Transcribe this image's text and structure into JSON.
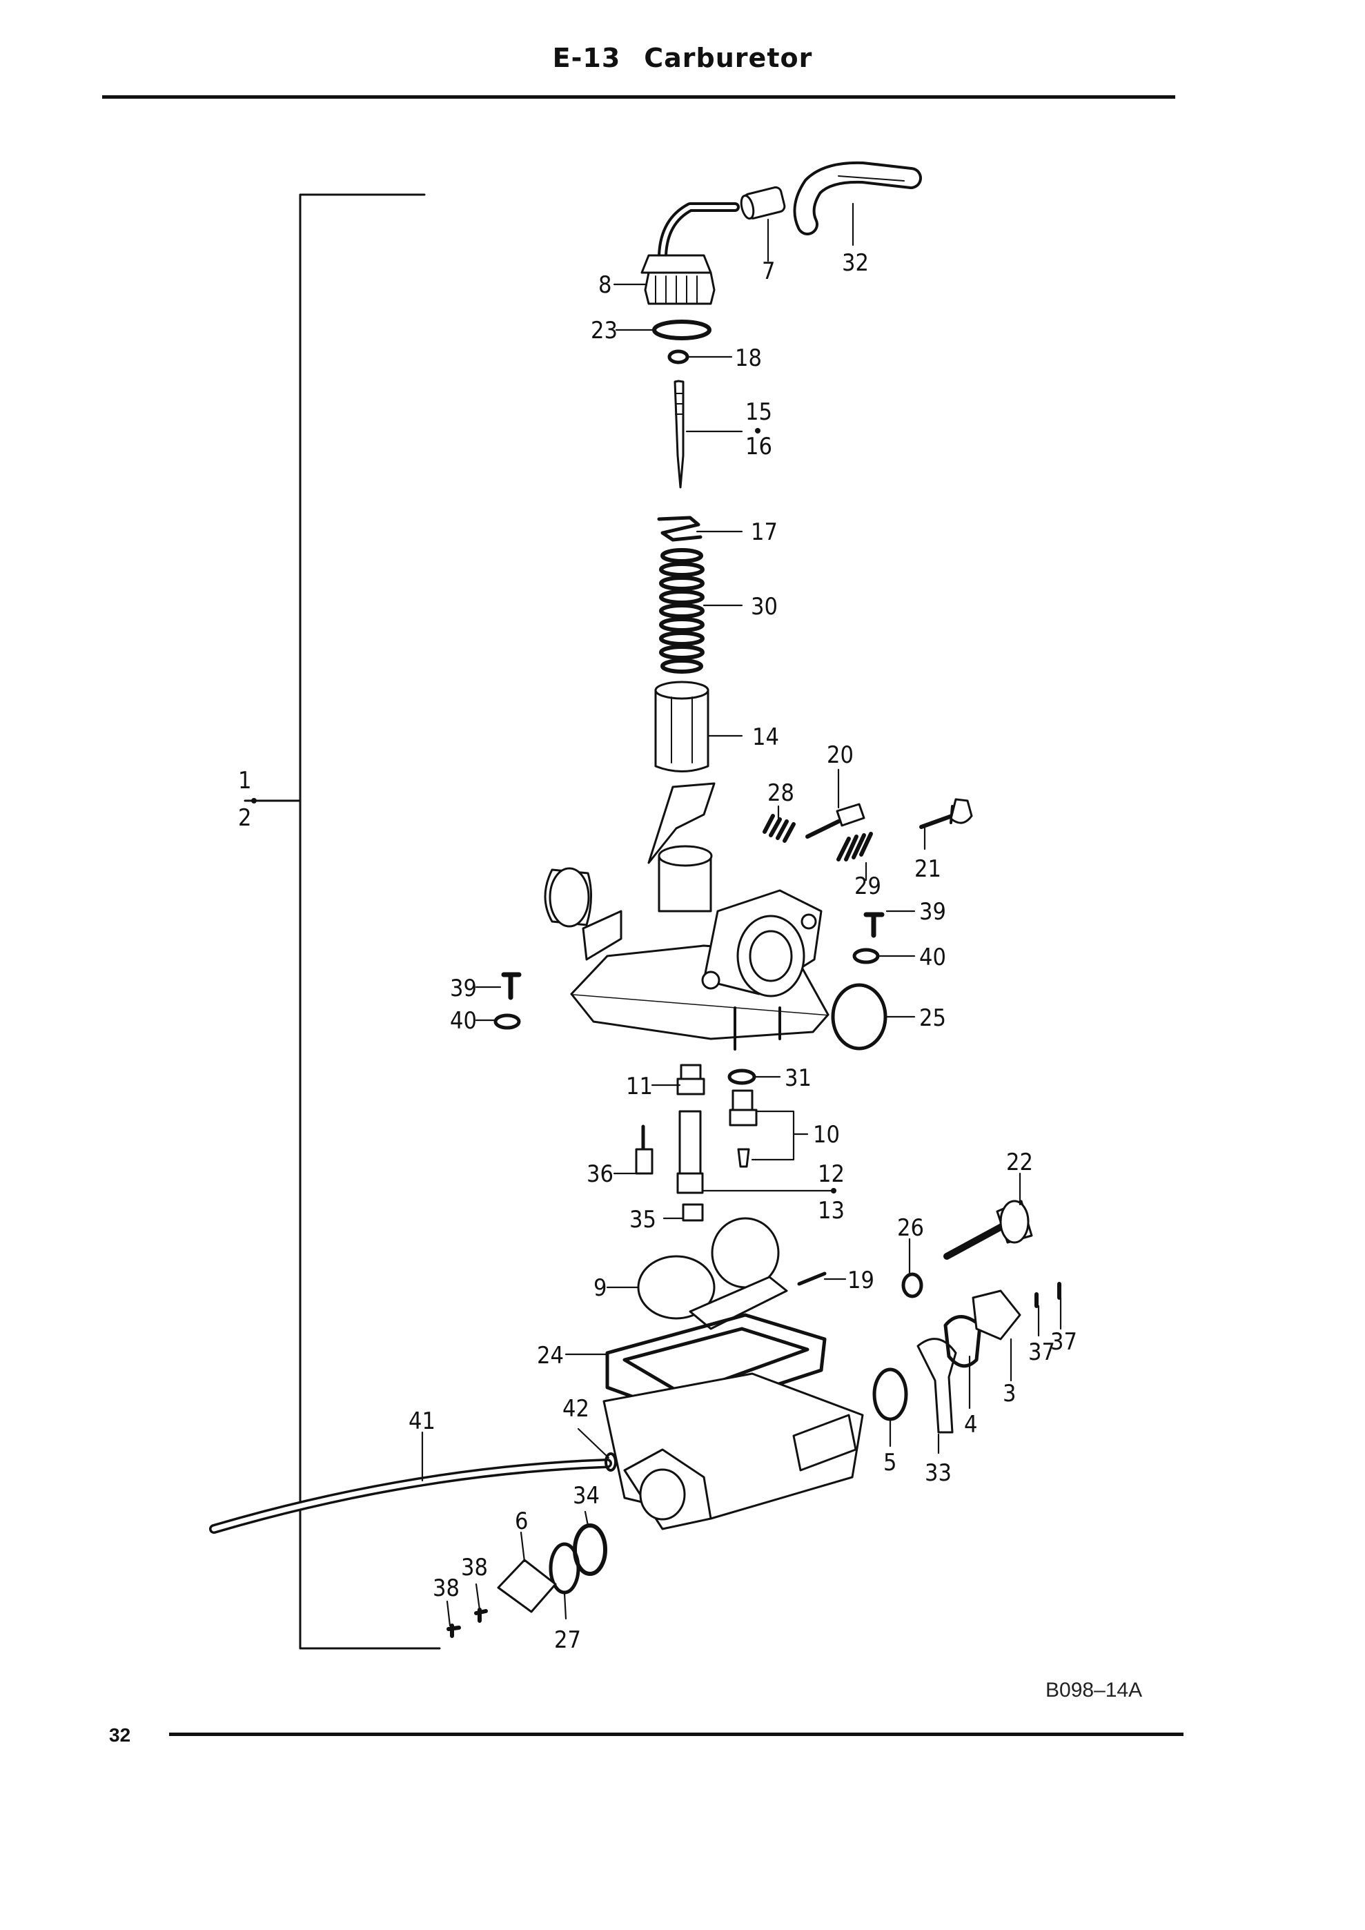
{
  "header": {
    "section_code": "E-13",
    "title": "Carburetor"
  },
  "figure_code": "B098–14A",
  "page_number": "32",
  "parts_diagram": {
    "callouts": [
      {
        "id": "c8",
        "text": "8"
      },
      {
        "id": "c7",
        "text": "7"
      },
      {
        "id": "c32",
        "text": "32"
      },
      {
        "id": "c23",
        "text": "23"
      },
      {
        "id": "c18",
        "text": "18"
      },
      {
        "id": "c15",
        "text": "15"
      },
      {
        "id": "c16",
        "text": "16"
      },
      {
        "id": "c17",
        "text": "17"
      },
      {
        "id": "c30",
        "text": "30"
      },
      {
        "id": "c14",
        "text": "14"
      },
      {
        "id": "c20",
        "text": "20"
      },
      {
        "id": "c28",
        "text": "28"
      },
      {
        "id": "c29",
        "text": "29"
      },
      {
        "id": "c21",
        "text": "21"
      },
      {
        "id": "c39a",
        "text": "39"
      },
      {
        "id": "c40a",
        "text": "40"
      },
      {
        "id": "c1",
        "text": "1"
      },
      {
        "id": "c2",
        "text": "2"
      },
      {
        "id": "c39b",
        "text": "39"
      },
      {
        "id": "c40b",
        "text": "40"
      },
      {
        "id": "c25",
        "text": "25"
      },
      {
        "id": "c11",
        "text": "11"
      },
      {
        "id": "c31",
        "text": "31"
      },
      {
        "id": "c10",
        "text": "10"
      },
      {
        "id": "c36",
        "text": "36"
      },
      {
        "id": "c12",
        "text": "12"
      },
      {
        "id": "c13",
        "text": "13"
      },
      {
        "id": "c35",
        "text": "35"
      },
      {
        "id": "c22",
        "text": "22"
      },
      {
        "id": "c26",
        "text": "26"
      },
      {
        "id": "c9",
        "text": "9"
      },
      {
        "id": "c19",
        "text": "19"
      },
      {
        "id": "c37a",
        "text": "37"
      },
      {
        "id": "c37b",
        "text": "37"
      },
      {
        "id": "c24",
        "text": "24"
      },
      {
        "id": "c3",
        "text": "3"
      },
      {
        "id": "c4",
        "text": "4"
      },
      {
        "id": "c5",
        "text": "5"
      },
      {
        "id": "c33",
        "text": "33"
      },
      {
        "id": "c41",
        "text": "41"
      },
      {
        "id": "c42",
        "text": "42"
      },
      {
        "id": "c34",
        "text": "34"
      },
      {
        "id": "c6",
        "text": "6"
      },
      {
        "id": "c38a",
        "text": "38"
      },
      {
        "id": "c38b",
        "text": "38"
      },
      {
        "id": "c27",
        "text": "27"
      }
    ]
  }
}
